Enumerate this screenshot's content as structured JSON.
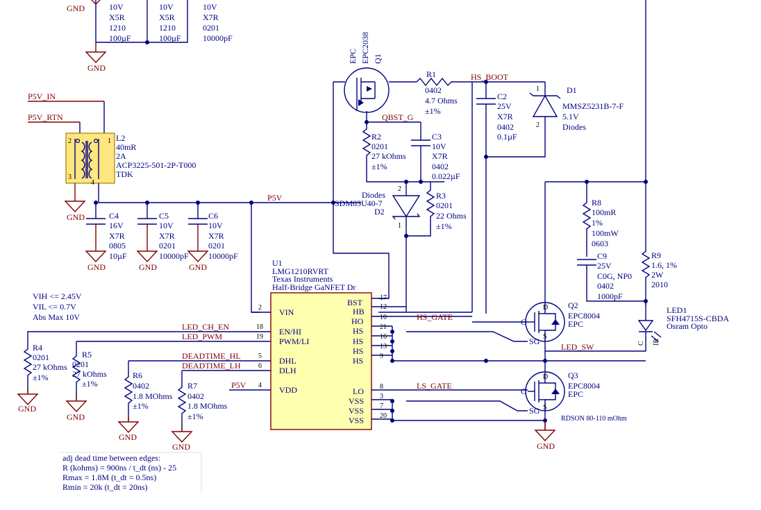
{
  "nets": {
    "p5v_in": "P5V_IN",
    "p5v_rtn": "P5V_RTN",
    "p5v": "P5V",
    "p5v_u1": "P5V",
    "hs_boot": "HS_BOOT",
    "qbst_g": "QBST_G",
    "led_ch_en": "LED_CH_EN",
    "led_pwm": "LED_PWM",
    "deadtime_hl": "DEADTIME_HL",
    "deadtime_lh": "DEADTIME_LH",
    "hs_gate": "HS_GATE",
    "ls_gate": "LS_GATE",
    "led_sw": "LED_SW",
    "gnd": "GND"
  },
  "top_caps": [
    {
      "v": "10V",
      "d": "X5R",
      "p": "1210",
      "val": "100µF"
    },
    {
      "v": "10V",
      "d": "X5R",
      "p": "1210",
      "val": "100µF"
    },
    {
      "v": "10V",
      "d": "X7R",
      "p": "0201",
      "val": "10000pF"
    }
  ],
  "components": {
    "l2": {
      "ref": "L2",
      "l1": "40mR",
      "l2": "2A",
      "l3": "ACP3225-501-2P-T000",
      "l4": "TDK",
      "pins": [
        "2",
        "1",
        "3",
        "4"
      ]
    },
    "c4": {
      "ref": "C4",
      "l1": "16V",
      "l2": "X7R",
      "l3": "0805",
      "l4": "10µF"
    },
    "c5": {
      "ref": "C5",
      "l1": "10V",
      "l2": "X7R",
      "l3": "0201",
      "l4": "10000pF"
    },
    "c6": {
      "ref": "C6",
      "l1": "10V",
      "l2": "X7R",
      "l3": "0201",
      "l4": "10000pF"
    },
    "q1": {
      "ref": "Q1",
      "l1": "EPC",
      "l2": "EPC2038"
    },
    "r1": {
      "ref": "R1",
      "l1": "0402",
      "l2": "4.7 Ohms",
      "l3": "±1%"
    },
    "c2": {
      "ref": "C2",
      "l1": "25V",
      "l2": "X7R",
      "l3": "0402",
      "l4": "0.1µF"
    },
    "d1": {
      "ref": "D1",
      "l1": "MMSZ5231B-7-F",
      "l2": "5.1V",
      "l3": "Diodes",
      "p1": "1",
      "p2": "2"
    },
    "r2": {
      "ref": "R2",
      "l1": "0201",
      "l2": "27 kOhms",
      "l3": "±1%"
    },
    "c3": {
      "ref": "C3",
      "l1": "10V",
      "l2": "X7R",
      "l3": "0402",
      "l4": "0.022µF"
    },
    "d2": {
      "ref": "D2",
      "l1": "Diodes",
      "l2": "SDM03U40-7",
      "p1": "2",
      "p2": "1"
    },
    "r3": {
      "ref": "R3",
      "l1": "0201",
      "l2": "22 Ohms",
      "l3": "±1%"
    },
    "r8": {
      "ref": "R8",
      "l1": "100mR",
      "l2": "1%",
      "l3": "100mW",
      "l4": "0603"
    },
    "c9": {
      "ref": "C9",
      "l1": "25V",
      "l2": "C0G, NP0",
      "l3": "0402",
      "l4": "1000pF"
    },
    "r9": {
      "ref": "R9",
      "l1": "1.6, 1%",
      "l2": "2W",
      "l3": "2010"
    },
    "led1": {
      "ref": "LED1",
      "l1": "SFH4715S-CBDA",
      "l2": "Osram Opto",
      "pa": "C",
      "pb": "IR"
    },
    "q2": {
      "ref": "Q2",
      "l1": "EPC8004",
      "l2": "EPC"
    },
    "q3": {
      "ref": "Q3",
      "l1": "EPC8004",
      "l2": "EPC",
      "note": "RDSON 80-110 mOhm"
    },
    "r4": {
      "ref": "R4",
      "l1": "0201",
      "l2": "27 kOhms",
      "l3": "±1%"
    },
    "r5": {
      "ref": "R5",
      "l1": "0201",
      "l2": "27 kOhms",
      "l3": "±1%"
    },
    "r6": {
      "ref": "R6",
      "l1": "0402",
      "l2": "1.8 MOhms",
      "l3": "±1%"
    },
    "r7": {
      "ref": "R7",
      "l1": "0402",
      "l2": "1.8 MOhms",
      "l3": "±1%"
    }
  },
  "mos_pins": {
    "g": "G",
    "d": "D",
    "s": "S",
    "sg": "SG"
  },
  "u1": {
    "ref": "U1",
    "part": "LMG1210RVRT",
    "mfr": "Texas Instruments",
    "desc": "Half-Bridge GaNFET Dr",
    "left_pins": [
      {
        "num": "2",
        "name": "VIN"
      },
      {
        "num": "18",
        "name": "EN/HI"
      },
      {
        "num": "19",
        "name": "PWM/LI"
      },
      {
        "num": "5",
        "name": "DHL"
      },
      {
        "num": "6",
        "name": "DLH"
      },
      {
        "num": "4",
        "name": "VDD"
      }
    ],
    "right_pins": [
      {
        "num": "17",
        "name": "BST"
      },
      {
        "num": "12",
        "name": "HB"
      },
      {
        "num": "10",
        "name": "HO"
      },
      {
        "num": "21",
        "name": "HS"
      },
      {
        "num": "16",
        "name": "HS"
      },
      {
        "num": "13",
        "name": "HS"
      },
      {
        "num": "9",
        "name": "HS"
      },
      {
        "num": "8",
        "name": "LO"
      },
      {
        "num": "3",
        "name": "VSS"
      },
      {
        "num": "7",
        "name": "VSS"
      },
      {
        "num": "20",
        "name": "VSS"
      }
    ]
  },
  "notes": {
    "logic": [
      "VIH <= 2.45V",
      "VIL <= 0.7V",
      "Abs Max 10V"
    ],
    "deadtime": [
      "adj dead time between edges:",
      "R (kohms) = 900ns / t_dt (ns) - 25",
      "Rmax = 1.8M (t_dt = 0.5ns)",
      "Rmin = 20k (t_dt = 20ns)"
    ]
  }
}
